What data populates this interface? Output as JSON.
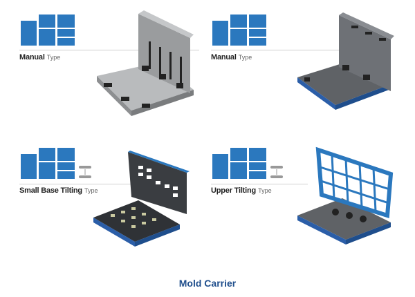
{
  "panels": [
    {
      "name": "Manual",
      "suffix": "Type"
    },
    {
      "name": "Manual",
      "suffix": "Type"
    },
    {
      "name": "Small Base Tilting",
      "suffix": "Type"
    },
    {
      "name": "Upper Tilting",
      "suffix": "Type"
    }
  ],
  "caption": "Mold Carrier",
  "colors": {
    "accent": "#2b78be",
    "caption": "#1f4e8c"
  }
}
